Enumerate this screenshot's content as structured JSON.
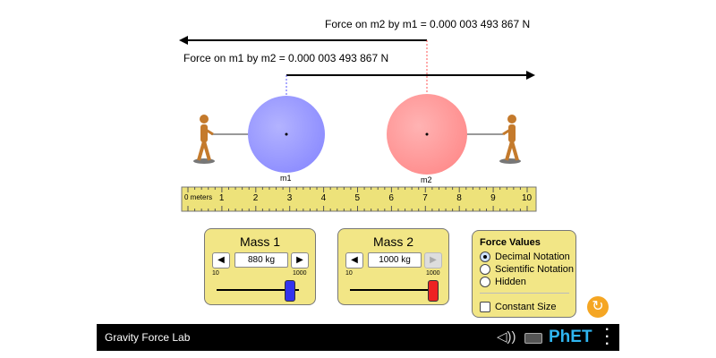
{
  "forces": {
    "m2_by_m1": "Force on m2 by m1 = 0.000 003 493 867 N",
    "m1_by_m2": "Force on m1 by m2 = 0.000 003 493 867 N"
  },
  "masses": {
    "m1_label": "m1",
    "m2_label": "m2",
    "m1_position_m": 2.9,
    "m2_position_m": 7.0
  },
  "ruler": {
    "labels": [
      "0 meters",
      "1",
      "2",
      "3",
      "4",
      "5",
      "6",
      "7",
      "8",
      "9",
      "10"
    ]
  },
  "mass1": {
    "title": "Mass 1",
    "value": "880 kg",
    "min": "10",
    "max": "1000",
    "fraction": 0.88
  },
  "mass2": {
    "title": "Mass 2",
    "value": "1000 kg",
    "min": "10",
    "max": "1000",
    "fraction": 1.0
  },
  "force_values": {
    "title": "Force Values",
    "options": [
      "Decimal Notation",
      "Scientific Notation",
      "Hidden"
    ],
    "selected": "Decimal Notation",
    "constant_size": "Constant Size"
  },
  "navbar": {
    "title": "Gravity Force Lab",
    "brand": "PhET"
  },
  "colors": {
    "m1": "#9999ff",
    "m2": "#ff9999",
    "panel": "#f2e686"
  }
}
